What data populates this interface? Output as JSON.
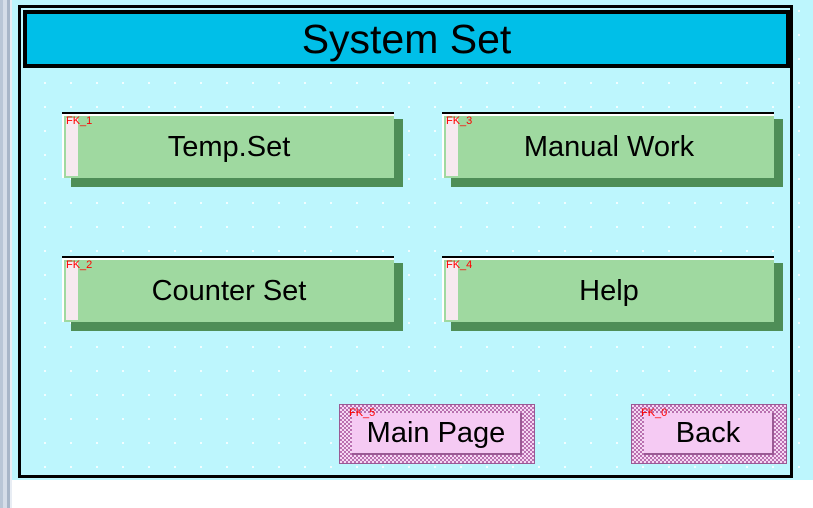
{
  "window": {
    "title_bar": {
      "text": "System Set"
    },
    "colors": {
      "background": "#bdf6fd",
      "title_bar": "#00bfe8",
      "function_key_face": "#9fd9a0",
      "function_key_shadow": "#4e8e57",
      "nav_key_face": "#f5caf3",
      "nav_key_border": "#9a5a94",
      "tag_text": "#ff0000",
      "frame_border": "#000000"
    }
  },
  "function_keys": [
    {
      "tag": "FK_1",
      "label": "Temp.Set",
      "row": 1,
      "column": 1
    },
    {
      "tag": "FK_3",
      "label": "Manual Work",
      "row": 1,
      "column": 2
    },
    {
      "tag": "FK_2",
      "label": "Counter Set",
      "row": 2,
      "column": 1
    },
    {
      "tag": "FK_4",
      "label": "Help",
      "row": 2,
      "column": 2
    }
  ],
  "navigation_keys": [
    {
      "tag": "FK_5",
      "label": "Main Page"
    },
    {
      "tag": "FK_0",
      "label": "Back"
    }
  ]
}
